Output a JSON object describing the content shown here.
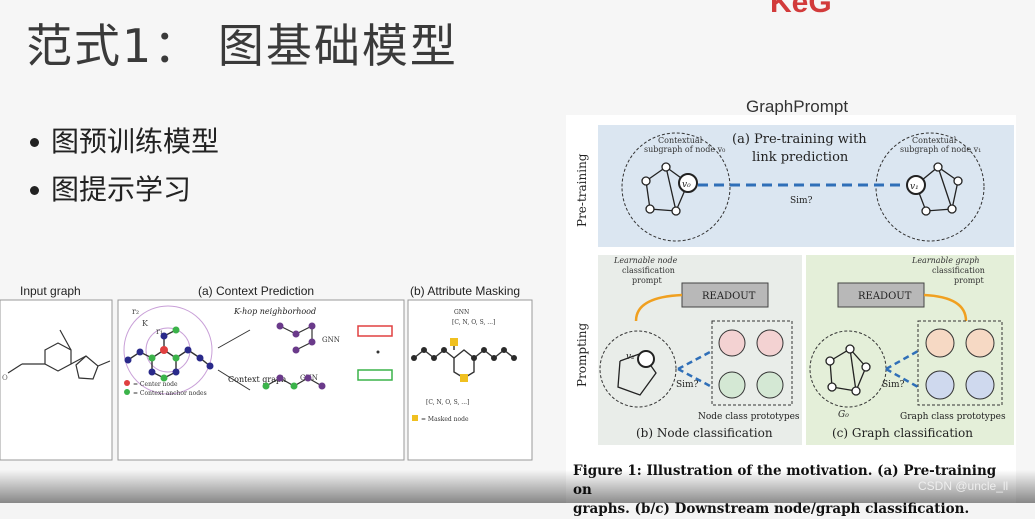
{
  "slide": {
    "title": "范式1：  图基础模型",
    "logo_text": "KeG",
    "bullets": [
      "图预训练模型",
      "图提示学习"
    ],
    "graphprompt_label": "GraphPrompt"
  },
  "left_figure": {
    "input_graph": "Input graph",
    "context_prediction": "(a) Context Prediction",
    "attribute_masking": "(b) Attribute Masking",
    "khop": "K-hop neighborhood",
    "context_graph": "Context graph",
    "gnn": "GNN",
    "center_node": "= Center node",
    "anchor_nodes": "= Context anchor nodes",
    "masked_node": "= Masked node",
    "atoms": "[C, N, O, S, ...]",
    "r1": "r₁",
    "r2": "r₂",
    "k": "K"
  },
  "right_figure": {
    "pretraining_side": "Pre-training",
    "prompting_side": "Prompting",
    "pretraining_title_1": "(a) Pre-training with",
    "pretraining_title_2": "link prediction",
    "ctx_v0_1": "Contextual",
    "ctx_v0_2": "subgraph of node v₀",
    "ctx_v1_1": "Contextual",
    "ctx_v1_2": "subgraph of node v₁",
    "v0": "v₀",
    "v1": "v₁",
    "sim": "Sim?",
    "learnable_node_1": "Learnable node",
    "learnable_node_2": "classification",
    "learnable_node_3": "prompt",
    "learnable_graph_1": "Learnable graph",
    "learnable_graph_2": "classification",
    "learnable_graph_3": "prompt",
    "readout": "READOUT",
    "v2": "v₂",
    "g0": "G₀",
    "node_protos": "Node class prototypes",
    "graph_protos": "Graph class prototypes",
    "node_cls": "(b) Node classification",
    "graph_cls": "(c) Graph classification"
  },
  "caption": {
    "line1": "Figure 1: Illustration of the motivation. (a) Pre-training on",
    "line2": "graphs. (b/c) Downstream node/graph classification."
  },
  "watermark": "CSDN @uncle_ll",
  "colors": {
    "pretrain_bg": "#dbe6f1",
    "node_bg": "#e9ede9",
    "graph_bg": "#e4efd9",
    "dash_blue": "#2f6fb8",
    "orange": "#f0a020"
  }
}
